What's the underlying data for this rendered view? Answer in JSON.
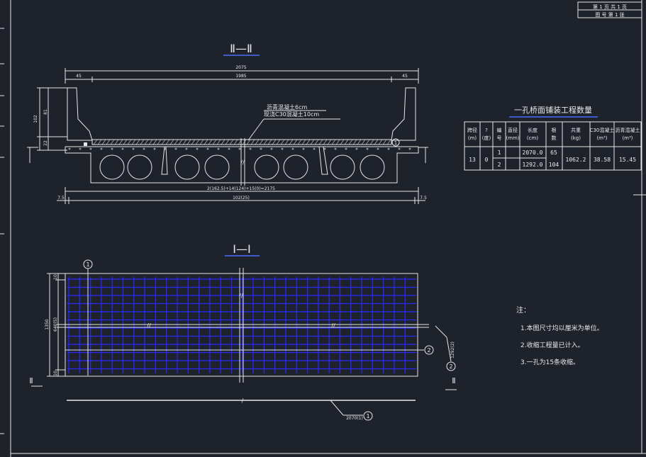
{
  "title_block": {
    "line1": "第 1 页 共 1 页",
    "line2": "图 号 第 1 张"
  },
  "section_II": {
    "title": "Ⅱ—Ⅱ",
    "dims": {
      "total": "2075",
      "left": "45",
      "mid": "1985",
      "right": "45",
      "h_total": "102",
      "h_upper": "81",
      "h_lower": "22",
      "beam_sum": "2(162.5)+14(124)+15(0)=2175",
      "bottom": "102(25)",
      "left_edge": "7.5",
      "right_edge": "7.5"
    },
    "callout_line1": "沥青混凝土6cm",
    "callout_line2": "现浇C30混凝土10cm",
    "marker": "1",
    "side_mark": "I"
  },
  "section_I": {
    "title": "Ⅰ—Ⅰ",
    "marker1": "1",
    "marker2_right": "2",
    "marker2_side": "2",
    "rebar_len": "2070(1)",
    "rebar_marker": "1",
    "dims": {
      "total_h": "1350",
      "inner_h": "640(5)",
      "top": "10",
      "bottom": "10",
      "side": "1292(2)"
    },
    "left_mark": "Ⅱ",
    "right_mark": "Ⅱ"
  },
  "quantity_table": {
    "title": "一孔桥面铺装工程数量",
    "headers": [
      "跨径\n(m)",
      "?\n(度)",
      "编\n号",
      "直径\n(mm)",
      "长度\n(cm)",
      "根\n数",
      "共重\n(kg)",
      "C30混凝土\n(m³)",
      "沥青混凝土\n(m³)"
    ],
    "rows": [
      {
        "span": "13",
        "angle": "0",
        "no": "1",
        "length": "2070.0",
        "count": "65",
        "weight": "1062.2",
        "c30": "38.58",
        "asphalt": "15.45"
      },
      {
        "no": "2",
        "length": "1292.0",
        "count": "104"
      }
    ]
  },
  "notes": {
    "heading": "注：",
    "items": [
      "1.本图尺寸均以厘米为单位。",
      "2.收缩工程量已计入。",
      "3.一孔为15条收缩。"
    ]
  },
  "colors": {
    "background": "#1e232b",
    "lines": "#e6e6e6",
    "rebar": "#2a2aff",
    "title_underline": "#4a6cff"
  }
}
